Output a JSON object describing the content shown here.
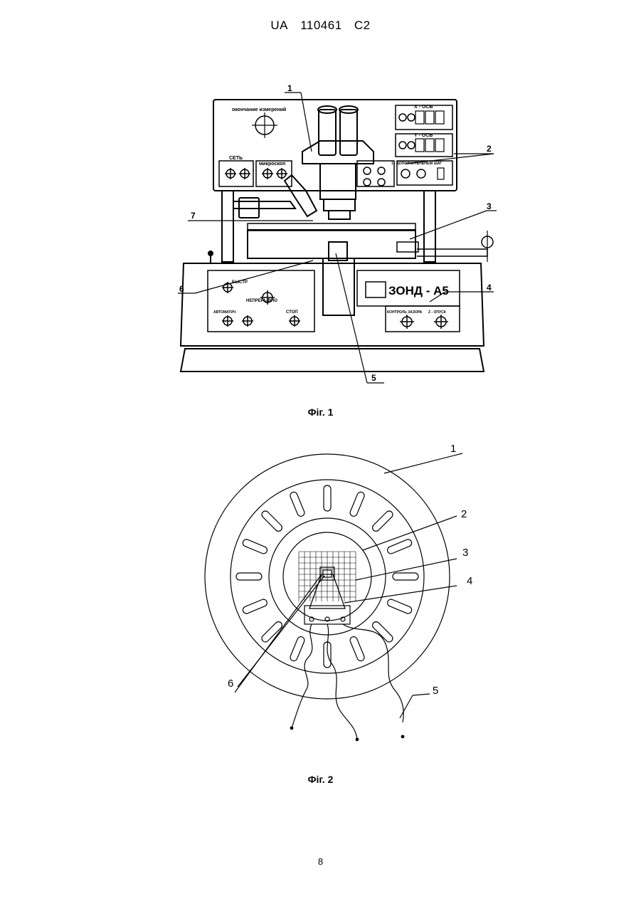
{
  "header": {
    "country": "UA",
    "number": "110461",
    "kind": "C2"
  },
  "figure1": {
    "caption": "Фіг. 1",
    "callouts": [
      "1",
      "2",
      "3",
      "4",
      "5",
      "6",
      "7"
    ],
    "panel_texts": {
      "end_measure": "окончание измерений",
      "x_axis": "X - ОСЬ",
      "y_axis": "Y - ОСЬ",
      "network": "СЕТЬ",
      "microscope": "микроскоп",
      "aux_step": "1 - ДОПОЛНИТЕЛЬНЫЙ ШАГ",
      "brand": "ЗОНД - А5",
      "stop": "СТОП",
      "automat": "АВТОМАТИЧ",
      "control": "КОНТРОЛЬ ЗАЗОРА",
      "lower": "Z - ОПУСК",
      "fast": "БЫСТР",
      "continuous": "НЕПРЕРЫВНО"
    }
  },
  "figure2": {
    "caption": "Фіг. 2",
    "callouts": [
      "1",
      "2",
      "3",
      "4",
      "5",
      "6"
    ]
  },
  "page_number": "8"
}
